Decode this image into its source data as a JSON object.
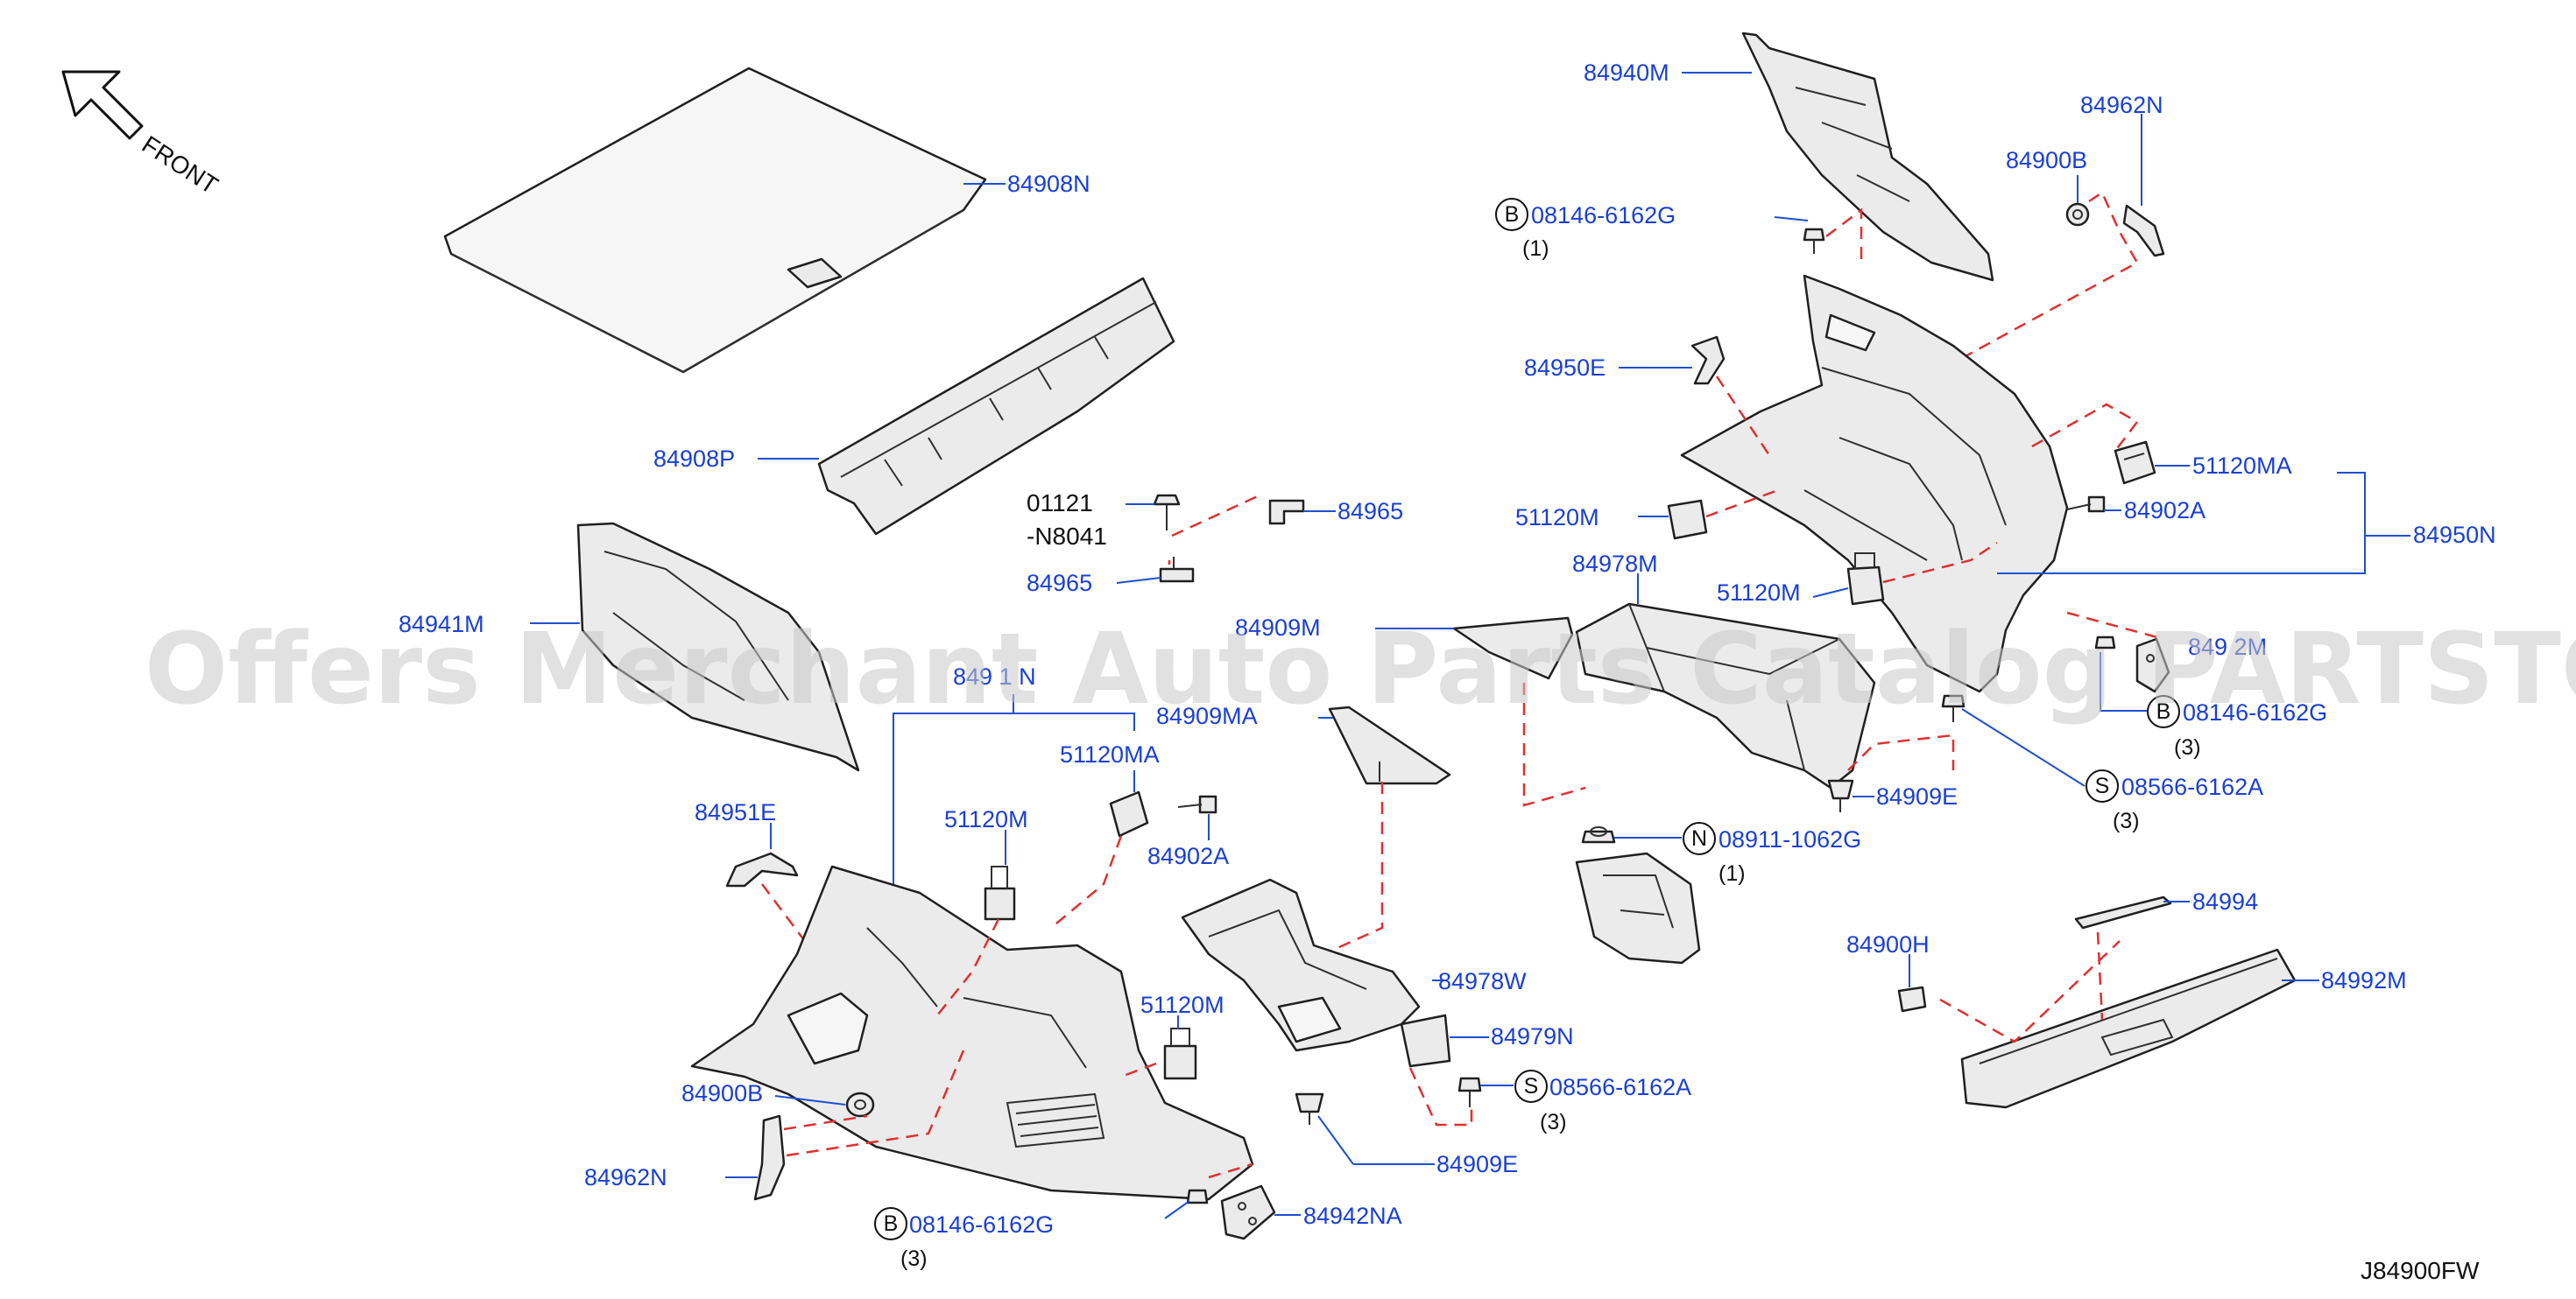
{
  "orientation": {
    "label": "FRONT",
    "icon": "arrow-up-left-icon"
  },
  "diagram_code": "J84900FW",
  "watermark": "Offers Merchant Auto Parts Catalog PARTSTORE.SA",
  "colors": {
    "label": "#1a3fd6",
    "dashed_guide": "#e03030",
    "outline": "#202020"
  },
  "labels": {
    "p84908N": "84908N",
    "p84908P": "84908P",
    "p84941M": "84941M",
    "p84951E": "84951E",
    "p84910N_partial": "849 1 N",
    "p51120MA_left": "51120MA",
    "p51120M_left": "51120M",
    "p84902A_left": "84902A",
    "p51120M_left2": "51120M",
    "p84900B_left": "84900B",
    "p84962N_left": "84962N",
    "p84942NA": "84942NA",
    "p84909M": "84909M",
    "p84909MA": "84909MA",
    "p84978W": "84978W",
    "p84979N": "84979N",
    "p84909E_bottom": "84909E",
    "p84965_right": "84965",
    "p84965_left": "84965",
    "p84940M": "84940M",
    "p84962N_right": "84962N",
    "p84900B_right": "84900B",
    "p84950E": "84950E",
    "p51120M_right": "51120M",
    "p84978M": "84978M",
    "p51120M_right2": "51120M",
    "p51120MA_right": "51120MA",
    "p84902A_right": "84902A",
    "p84950N": "84950N",
    "p84942M_partial": "849 2M",
    "p84909E_right": "84909E",
    "p84994": "84994",
    "p84900H": "84900H",
    "p84992M": "84992M"
  },
  "bolt_code": {
    "line1": "01121",
    "line2": "-N8041"
  },
  "fasteners": {
    "b_top": {
      "symbol": "B",
      "code": "08146-6162G",
      "qty": "(1)"
    },
    "b_right": {
      "symbol": "B",
      "code": "08146-6162G",
      "qty": "(3)"
    },
    "s_right": {
      "symbol": "S",
      "code": "08566-6162A",
      "qty": "(3)"
    },
    "n_mid": {
      "symbol": "N",
      "code": "08911-1062G",
      "qty": "(1)"
    },
    "s_mid": {
      "symbol": "S",
      "code": "08566-6162A",
      "qty": "(3)"
    },
    "b_bottom": {
      "symbol": "B",
      "code": "08146-6162G",
      "qty": "(3)"
    }
  }
}
